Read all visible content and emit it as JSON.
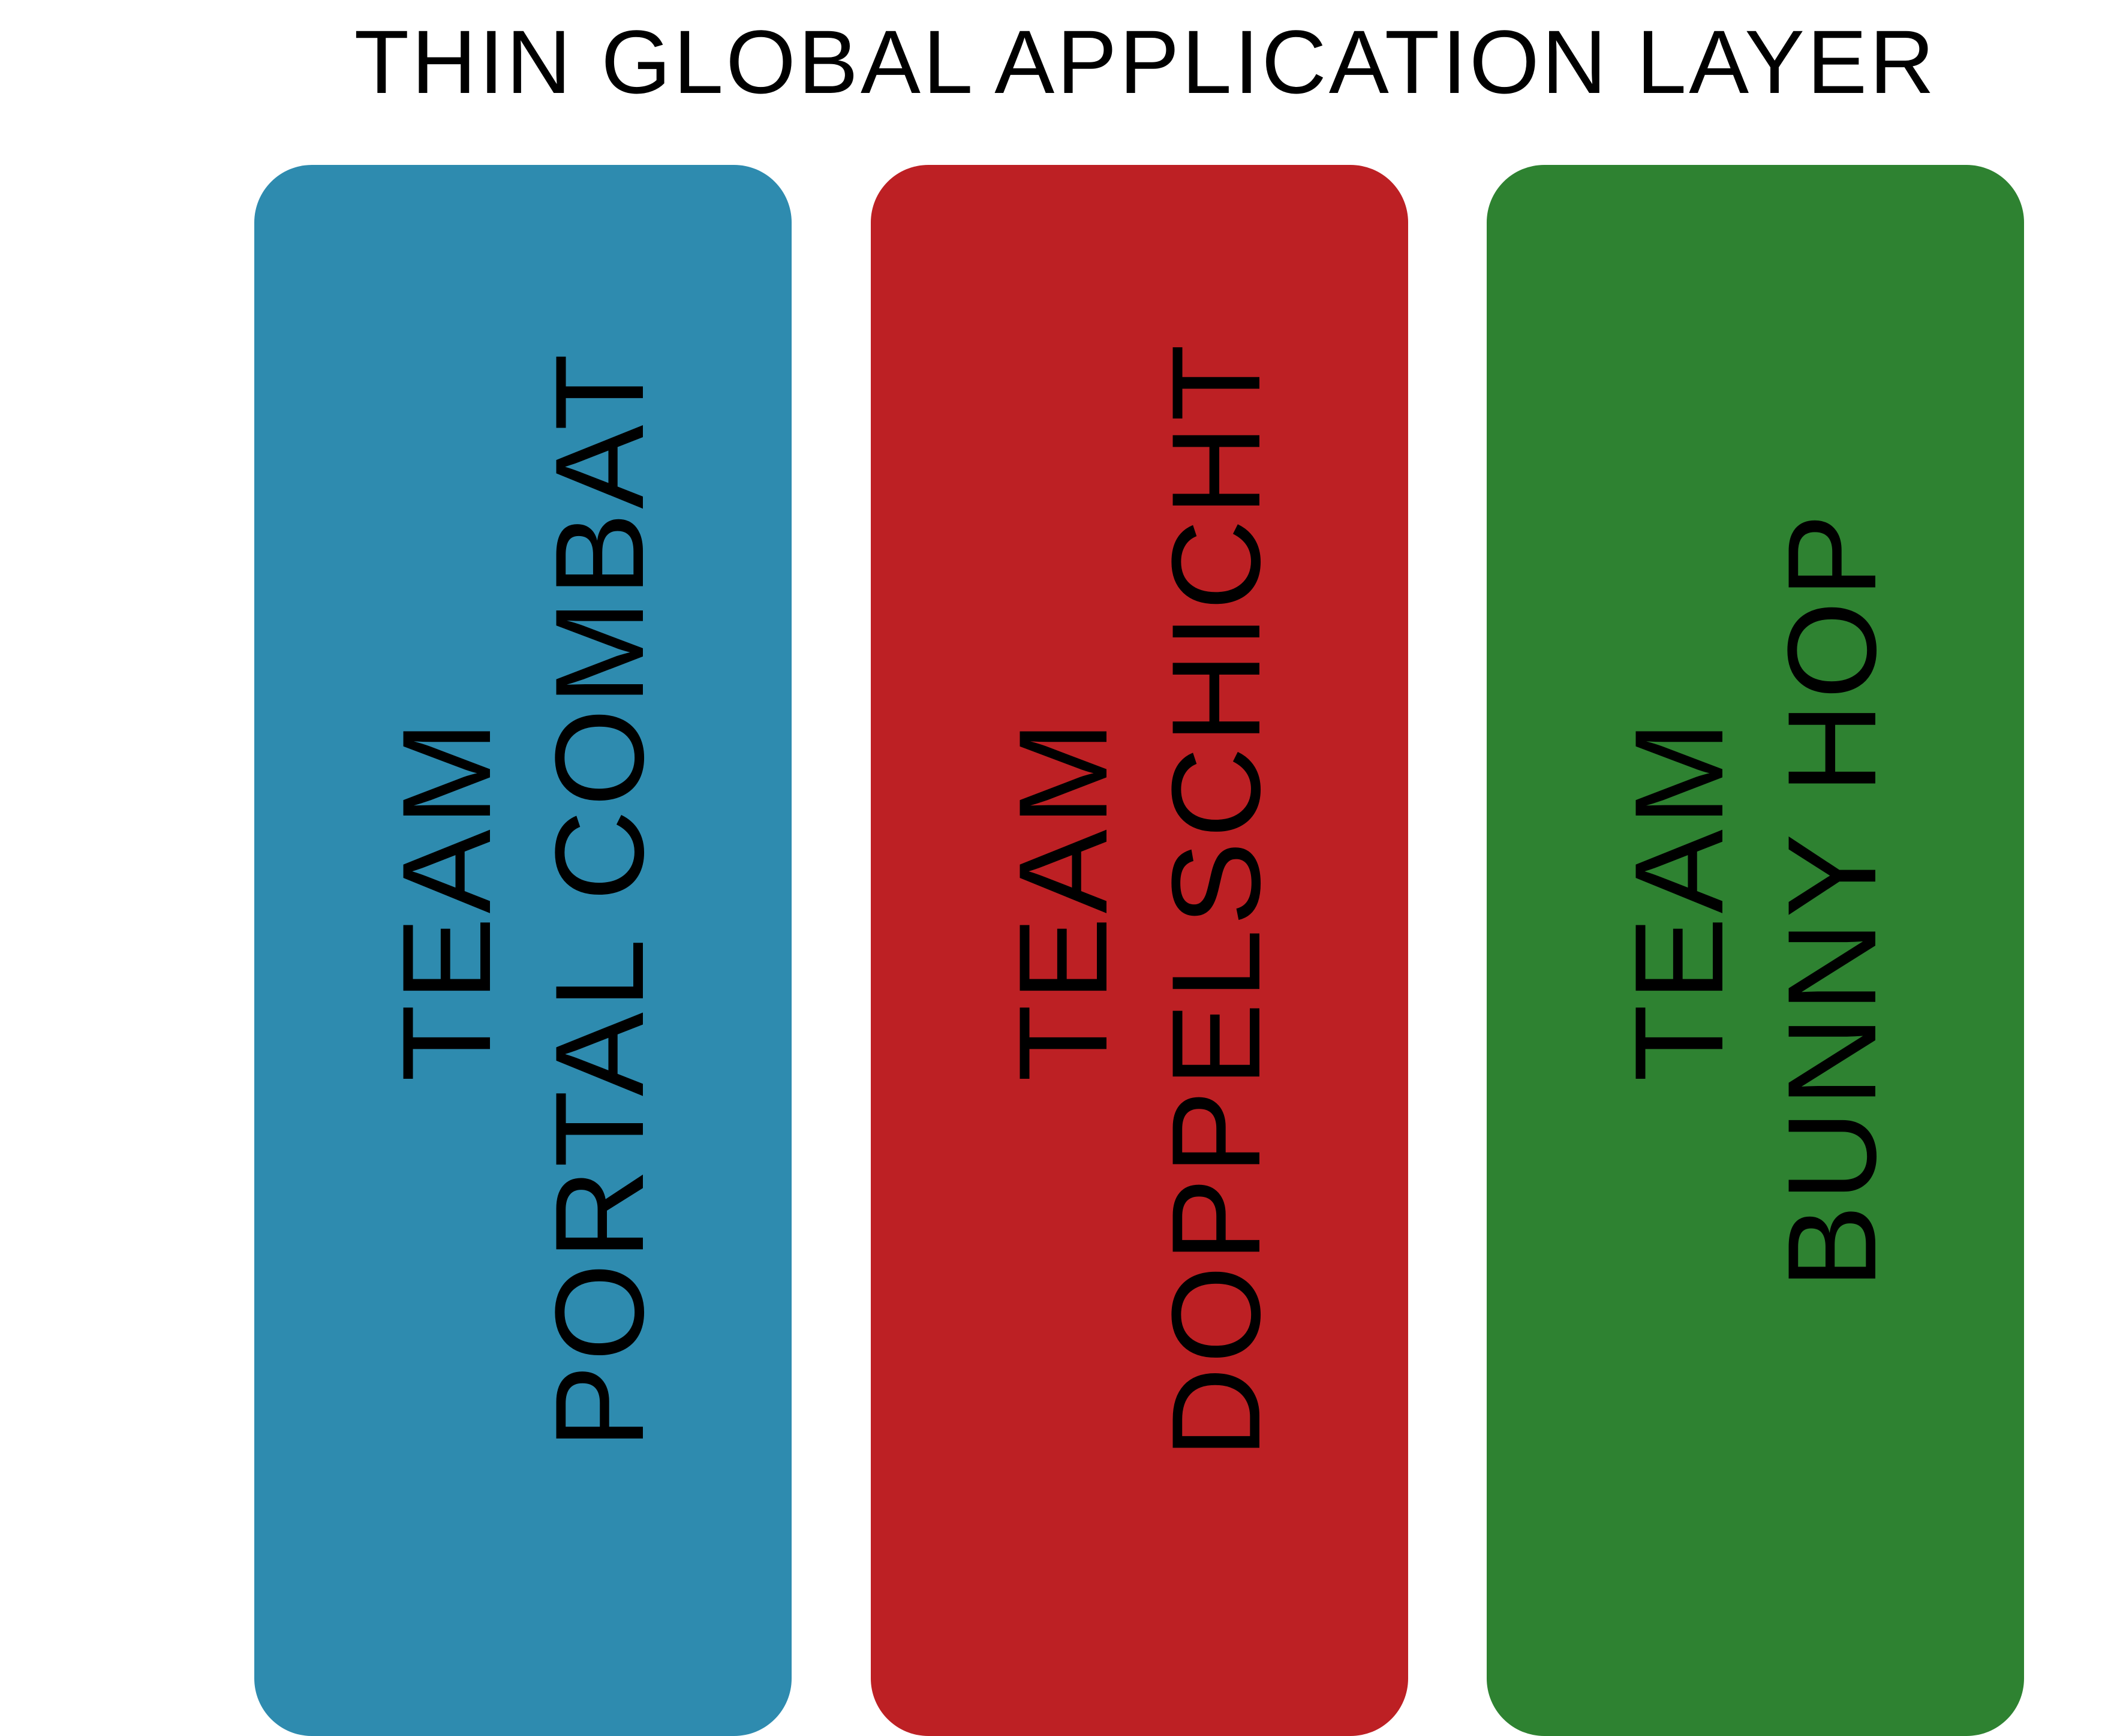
{
  "diagram": {
    "title": "THIN GLOBAL APPLICATION LAYER",
    "columns": [
      {
        "team_word": "TEAM",
        "name": "PORTAL COMBAT",
        "color": "#2E8BAF"
      },
      {
        "team_word": "TEAM",
        "name": "DOPPELSCHICHT",
        "color": "#BD2024"
      },
      {
        "team_word": "TEAM",
        "name": "BUNNY HOP",
        "color": "#2E8231"
      }
    ]
  }
}
